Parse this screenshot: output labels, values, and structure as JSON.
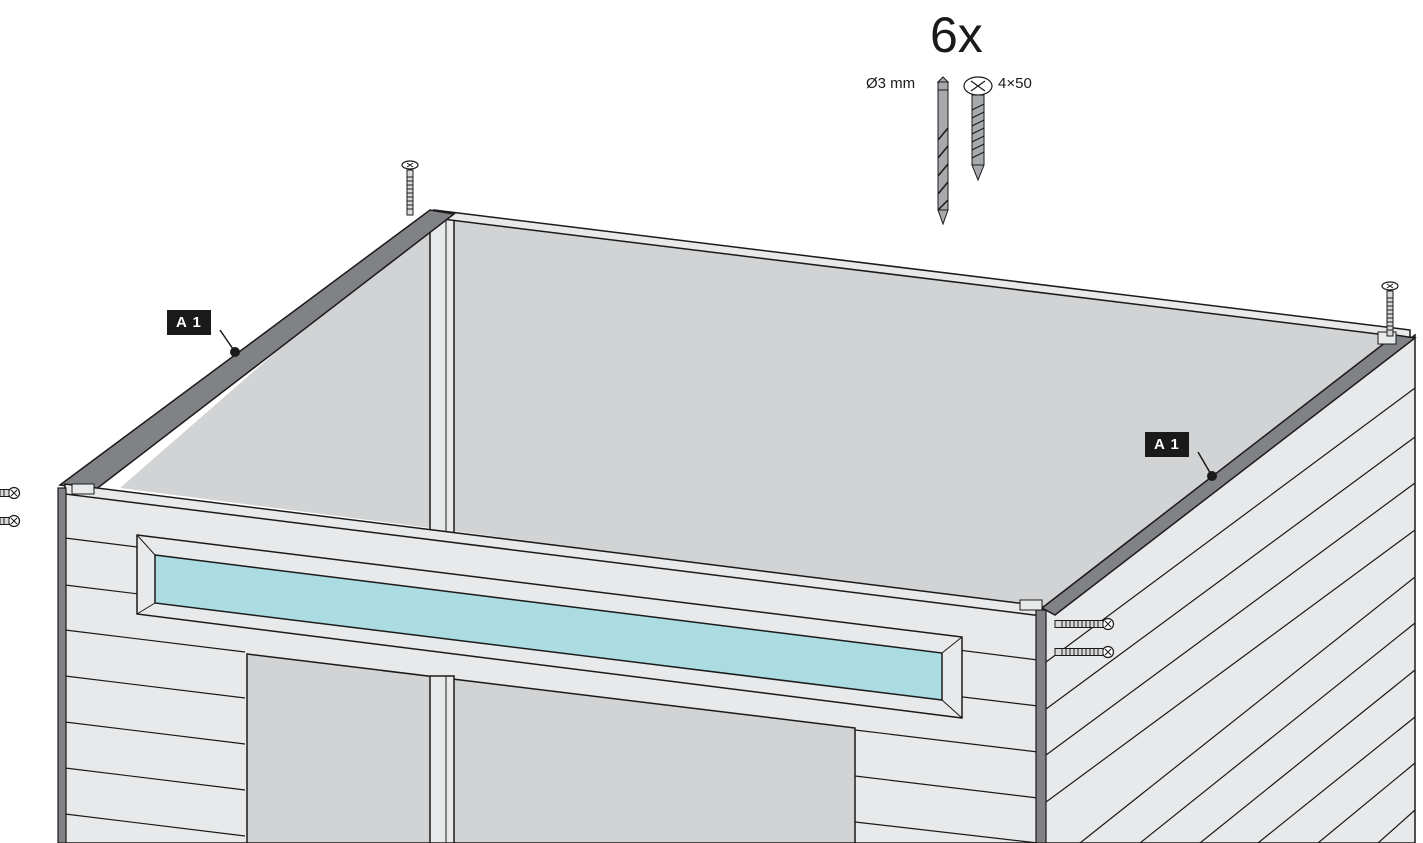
{
  "hardware": {
    "quantity": "6x",
    "drill_spec": "Ø3 mm",
    "screw_spec": "4×50"
  },
  "part_labels": {
    "left": "A 1",
    "right": "A 1"
  },
  "colors": {
    "outline": "#1a1a1a",
    "panel_light": "#e8e9ea",
    "interior_gray": "#d1d3d4",
    "beam_dark": "#808285",
    "window_glass": "#abdce2",
    "metal_gray": "#a7a9ac"
  },
  "icons": {
    "drill": "drill-bit-icon",
    "screw": "screw-icon"
  }
}
